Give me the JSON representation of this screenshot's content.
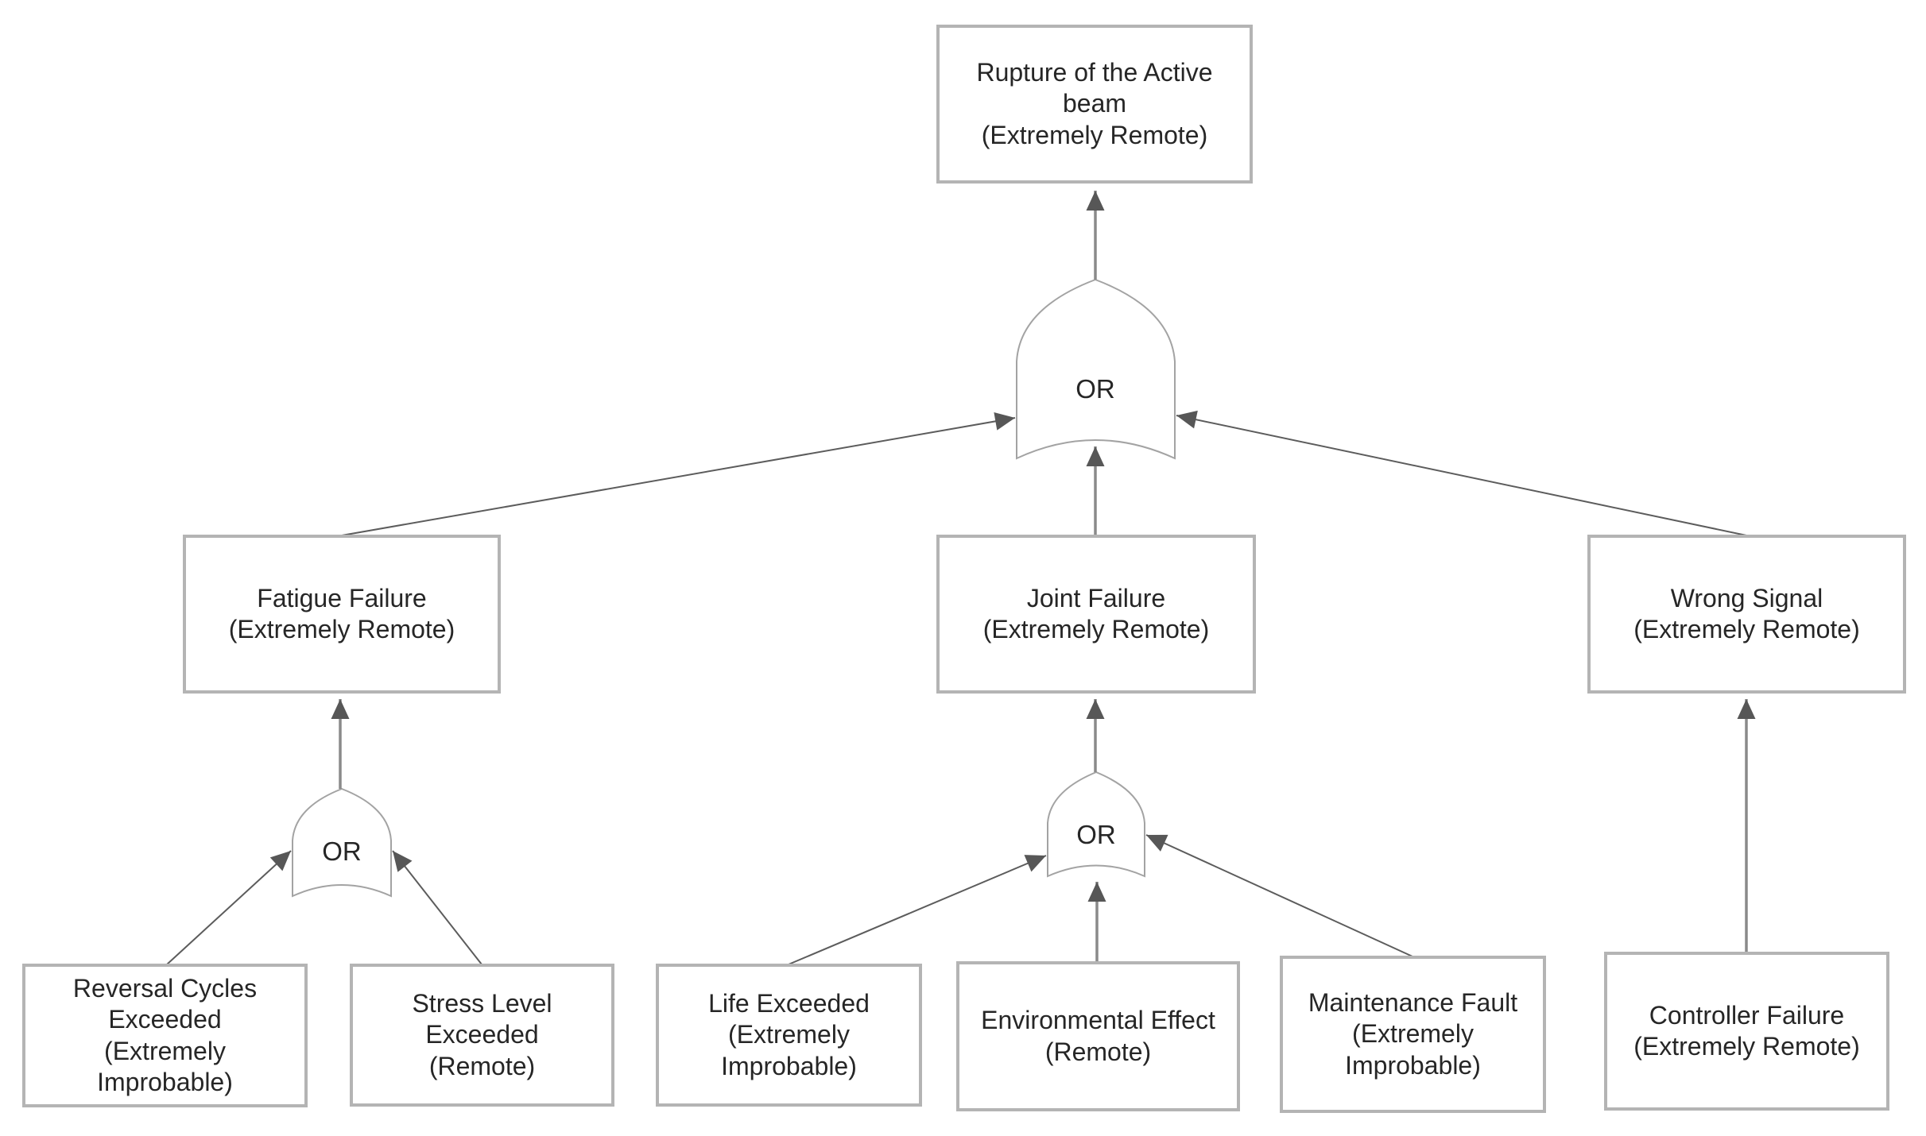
{
  "fault_tree": {
    "top_event": {
      "name": "Rupture of the Active beam",
      "qualifier": "(Extremely Remote)"
    },
    "top_gate": {
      "label": "OR",
      "type": "or-gate"
    },
    "branches": [
      {
        "event": {
          "name": "Fatigue Failure",
          "qualifier": "(Extremely Remote)"
        },
        "gate": {
          "label": "OR",
          "type": "or-gate"
        },
        "children": [
          {
            "name": "Reversal Cycles Exceeded",
            "qualifier": "(Extremely Improbable)"
          },
          {
            "name": "Stress Level Exceeded",
            "qualifier": "(Remote)"
          }
        ]
      },
      {
        "event": {
          "name": "Joint Failure",
          "qualifier": "(Extremely Remote)"
        },
        "gate": {
          "label": "OR",
          "type": "or-gate"
        },
        "children": [
          {
            "name": "Life Exceeded",
            "qualifier": "(Extremely Improbable)"
          },
          {
            "name": "Environmental Effect",
            "qualifier": "(Remote)"
          },
          {
            "name": "Maintenance Fault",
            "qualifier": "(Extremely Improbable)"
          }
        ]
      },
      {
        "event": {
          "name": "Wrong Signal",
          "qualifier": "(Extremely Remote)"
        },
        "gate": null,
        "children": [
          {
            "name": "Controller Failure",
            "qualifier": "(Extremely Remote)"
          }
        ]
      }
    ],
    "colors": {
      "background": "#ffffff",
      "box_border": "#b4b4b4",
      "box_fill": "#ffffff",
      "text": "#262626",
      "gate_outline": "#a3a3a3",
      "vertical_connector": "#8a8a8a",
      "diagonal_connector": "#5c5c5c",
      "arrowhead": "#575757"
    }
  }
}
